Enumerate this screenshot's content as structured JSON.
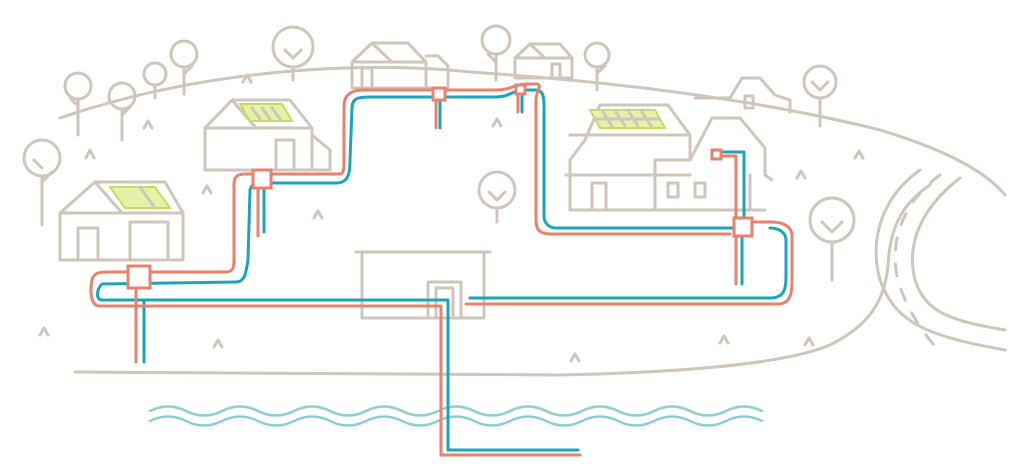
{
  "colors": {
    "outline": "#cfc5b9",
    "hot_pipe": "#e8826c",
    "cold_pipe": "#1aa5b8",
    "water": "#8ccfd3",
    "solar_fill": "#e6f1a8",
    "solar_line": "#c7dc63"
  },
  "scene": {
    "houses": [
      "house-left",
      "house-upper-left",
      "house-top-center",
      "house-top-right",
      "house-large-right",
      "house-far-right"
    ],
    "solar_panels": 3,
    "features": [
      "hill",
      "road",
      "river",
      "central-plant",
      "trees"
    ]
  }
}
